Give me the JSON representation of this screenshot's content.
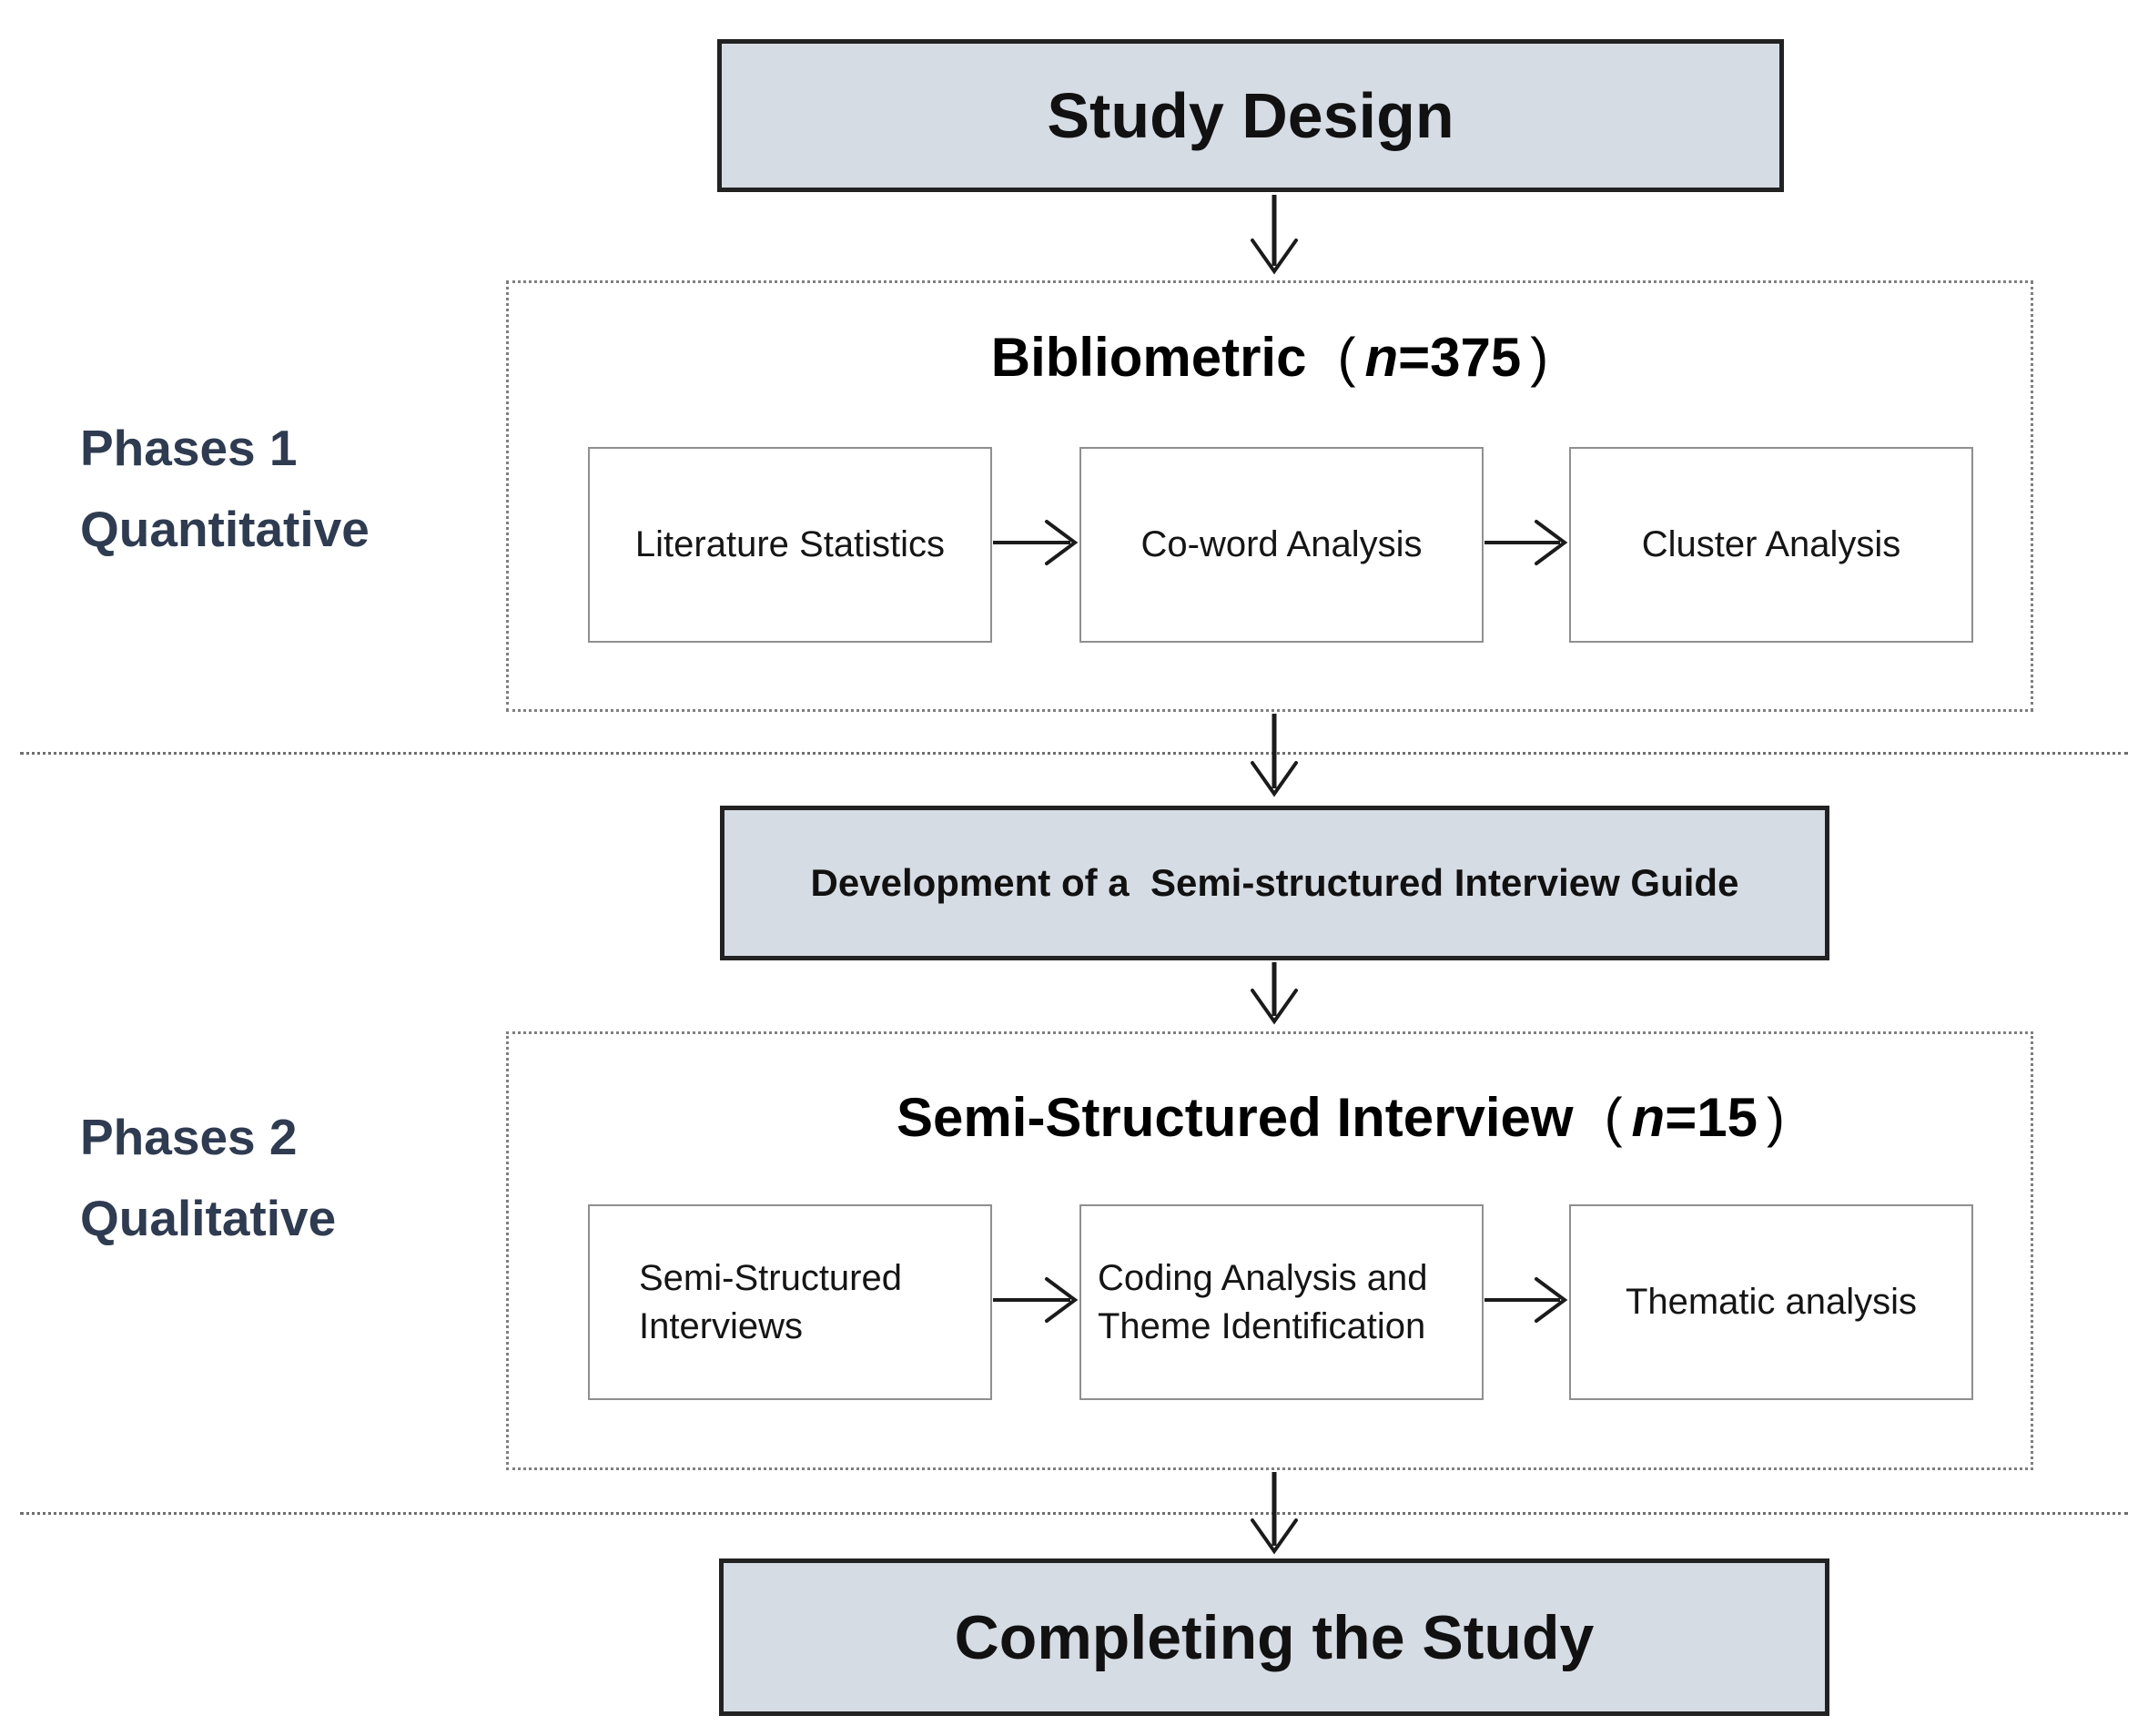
{
  "top_box": {
    "label": "Study Design"
  },
  "phase1": {
    "side_label": [
      "Phases 1",
      "Quantitative"
    ],
    "title": "Bibliometric",
    "sample": {
      "open": "(",
      "n": "n",
      "rest": "=375",
      "close": ")"
    },
    "steps": [
      "Literature Statistics",
      "Co-word Analysis",
      "Cluster Analysis"
    ]
  },
  "guide_box": {
    "label": "Development of a  Semi-structured Interview Guide"
  },
  "phase2": {
    "side_label": [
      "Phases 2",
      "Qualitative"
    ],
    "title": "Semi-Structured Interview",
    "sample": {
      "open": "(",
      "n": "n",
      "rest": "=15",
      "close": ")"
    },
    "steps": [
      "Semi-Structured Interviews",
      "Coding Analysis and Theme Identification",
      "Thematic analysis"
    ]
  },
  "bottom_box": {
    "label": "Completing the Study"
  },
  "colors": {
    "box_fill": "#d6dce4",
    "box_border": "#222222",
    "step_box_border": "#8f8f8f",
    "dotted_container": "#7f7f7f",
    "divider": "#6e6e6e",
    "side_label": "#2e3b50",
    "arrow": "#1b1b1b",
    "text": "#111111"
  }
}
